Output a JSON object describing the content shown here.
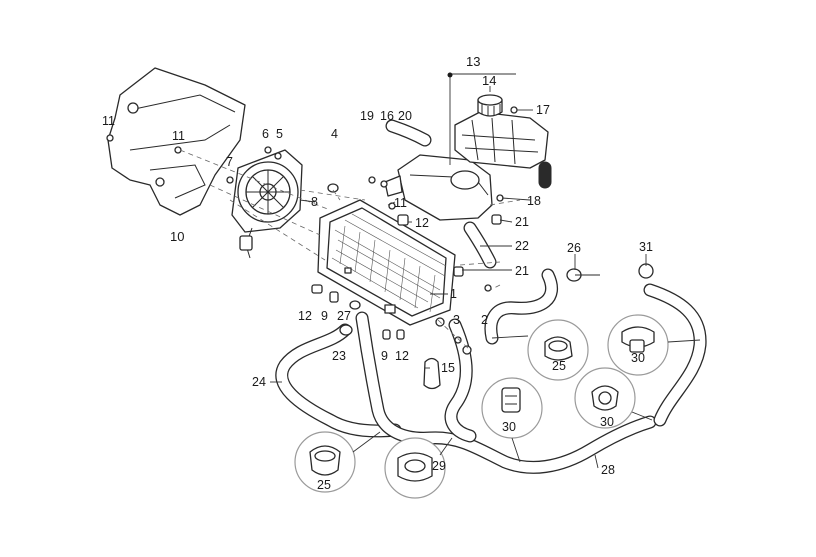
{
  "callouts": {
    "c1": "1",
    "c2": "2",
    "c3": "3",
    "c4": "4",
    "c5": "5",
    "c6": "6",
    "c7": "7",
    "c8": "8",
    "c9a": "9",
    "c9b": "9",
    "c10": "10",
    "c11a": "11",
    "c11b": "11",
    "c11c": "11",
    "c12a": "12",
    "c12b": "12",
    "c12c": "12",
    "c13": "13",
    "c14": "14",
    "c15": "15",
    "c16": "16",
    "c17": "17",
    "c18": "18",
    "c19": "19",
    "c20": "20",
    "c21a": "21",
    "c21b": "21",
    "c22": "22",
    "c23": "23",
    "c24": "24",
    "c25a": "25",
    "c25b": "25",
    "c26": "26",
    "c27": "27",
    "c28": "28",
    "c29": "29",
    "c30a": "30",
    "c30b": "30",
    "c30c": "30",
    "c31": "31"
  }
}
